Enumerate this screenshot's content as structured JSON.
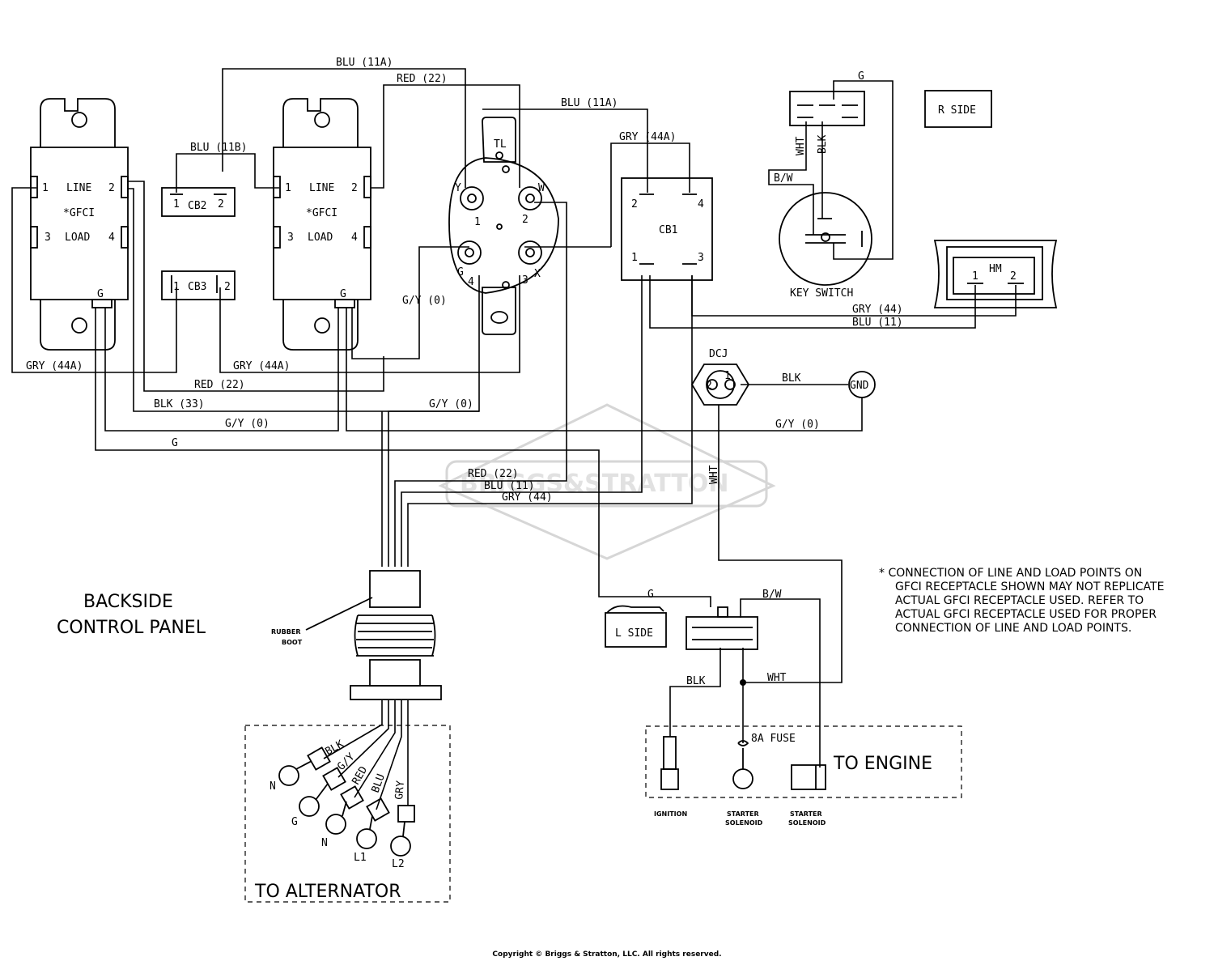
{
  "labels": {
    "blu_11a_top": "BLU (11A)",
    "red_22_top": "RED (22)",
    "blu_11a_mid": "BLU (11A)",
    "blu_11b": "BLU (11B)",
    "gry_44a_top": "GRY (44A)",
    "g_top": "G",
    "cb2": "CB2",
    "cb3": "CB3",
    "cb1": "CB1",
    "gfci_line": "LINE",
    "gfci_mark": "*GFCI",
    "gfci_load": "LOAD",
    "gy0_a": "G/Y (0)",
    "gry_44a_left": "GRY (44A)",
    "gry_44a_mid": "GRY (44A)",
    "red_22_mid": "RED (22)",
    "blk_33": "BLK (33)",
    "gy0_b": "G/Y (0)",
    "gy0_c": "G/Y (0)",
    "gy0_d": "G/Y (0)",
    "g_long": "G",
    "red_22_low": "RED (22)",
    "blu_11_low": "BLU (11)",
    "gry_44_low": "GRY (44)",
    "gry_44_hm": "GRY (44)",
    "blu_11_hm": "BLU (11)",
    "dcj": "DCJ",
    "blk_dcj": "BLK",
    "gnd": "GND",
    "wht_vert": "WHT",
    "key_switch": "KEY SWITCH",
    "wht_ks": "WHT",
    "blk_ks": "BLK",
    "bw_ks": "B/W",
    "r_side": "R SIDE",
    "hm": "HM",
    "tl": "TL",
    "term_y": "Y",
    "term_w": "W",
    "term_g": "G",
    "term_x": "X",
    "l_side": "L SIDE",
    "g_eng": "G",
    "bw_eng": "B/W",
    "blk_eng": "BLK",
    "wht_eng": "WHT",
    "fuse": "8A FUSE",
    "to_engine": "TO ENGINE",
    "ignition": "IGNITION",
    "starter": "STARTER",
    "solenoid": "SOLENOID",
    "to_alternator": "TO ALTERNATOR",
    "rubber": "RUBBER",
    "boot": "BOOT",
    "backside": "BACKSIDE",
    "control_panel": "CONTROL PANEL",
    "alt_blk": "BLK",
    "alt_gy": "G/Y",
    "alt_red": "RED",
    "alt_blu": "BLU",
    "alt_gry": "GRY",
    "alt_n1": "N",
    "alt_g": "G",
    "alt_n2": "N",
    "alt_l1": "L1",
    "alt_l2": "L2",
    "n1": "1",
    "n2": "2",
    "n3": "3",
    "n4": "4",
    "watermark": "BRIGGS&STRATTON"
  },
  "note": [
    "*  CONNECTION OF LINE AND LOAD POINTS   ON",
    "GFCI  RECEPTACLE SHOWN MAY NOT REPLICATE",
    "ACTUAL GFCI RECEPTACLE USED.  REFER TO",
    "ACTUAL GFCI RECEPTACLE USED FOR PROPER",
    "CONNECTION OF LINE AND LOAD POINTS."
  ],
  "copyright": "Copyright © Briggs & Stratton, LLC. All rights reserved."
}
